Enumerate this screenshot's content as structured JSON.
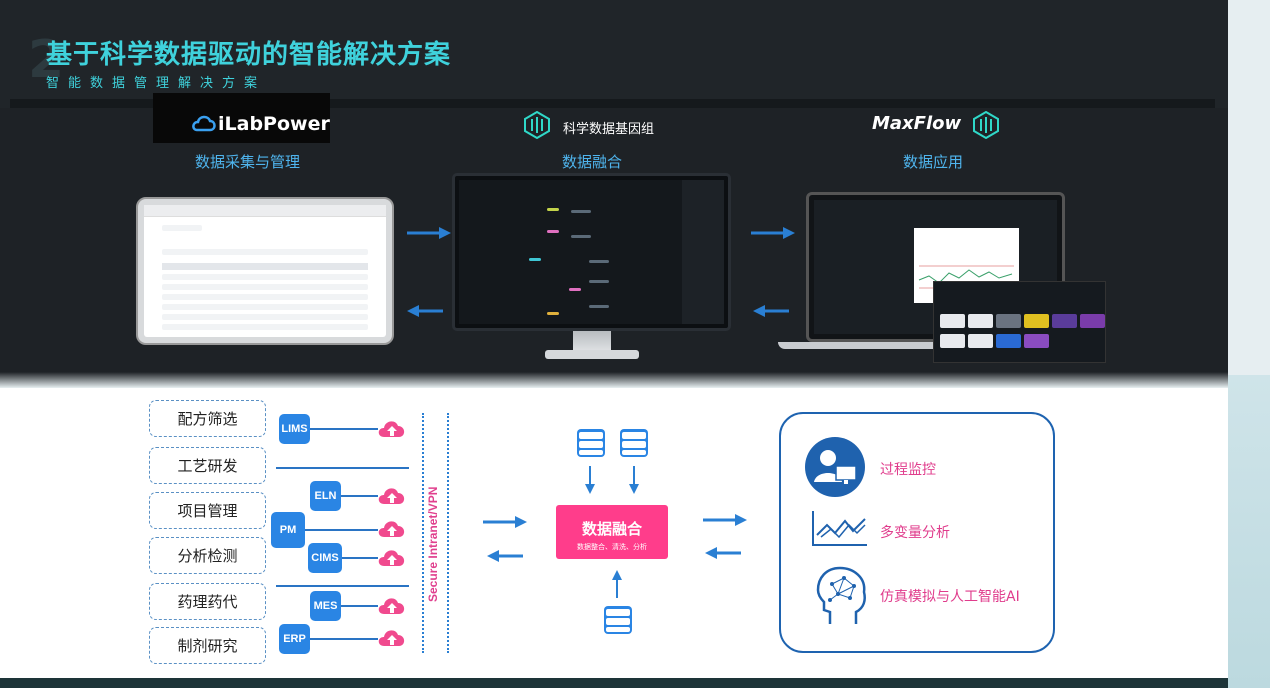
{
  "header": {
    "ghost_text": "2",
    "title": "基于科学数据驱动的智能解决方案",
    "subtitle": "智能数据管理解决方案"
  },
  "logos": {
    "ilabpower": "iLabPower",
    "gene": "科学数据基因组",
    "maxflow": "MaxFlow"
  },
  "sections": {
    "collect": "数据采集与管理",
    "fusion": "数据融合",
    "application": "数据应用"
  },
  "sources": {
    "items": [
      "配方筛选",
      "工艺研发",
      "项目管理",
      "分析检测",
      "药理药代",
      "制剂研究"
    ],
    "systems": {
      "lims": "LIMS",
      "eln": "ELN",
      "pm": "PM",
      "cims": "CIMS",
      "mes": "MES",
      "erp": "ERP"
    },
    "vpn": "Secure Intranet/VPN"
  },
  "fusion_box": {
    "title": "数据融合",
    "subtitle": "数据整合、清洗、分析"
  },
  "applications": {
    "monitor": "过程监控",
    "multivariate": "多变量分析",
    "ai": "仿真模拟与人工智能AI"
  },
  "colors": {
    "accent_teal": "#3fd2dc",
    "accent_blue": "#2a85e4",
    "accent_pink": "#ff3d8b"
  }
}
